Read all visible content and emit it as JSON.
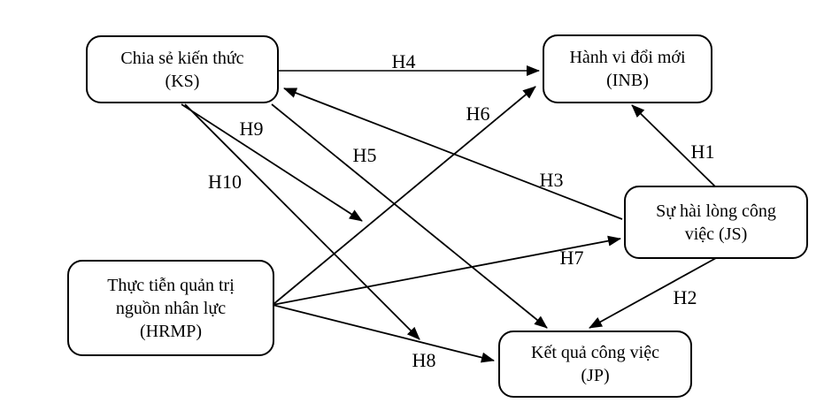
{
  "figure": {
    "boxes": {
      "ks": {
        "lines": [
          "Chia sẻ kiến thức",
          "(KS)"
        ]
      },
      "inb": {
        "lines": [
          "Hành vi đổi mới",
          "(INB)"
        ]
      },
      "js": {
        "lines": [
          "Sự hài lòng công",
          "việc (JS)"
        ]
      },
      "hrmp": {
        "lines": [
          "Thực tiễn quản trị",
          "nguồn nhân lực",
          "(HRMP)"
        ]
      },
      "jp": {
        "lines": [
          "Kết quả công việc",
          "(JP)"
        ]
      }
    },
    "edges": [
      {
        "id": "h1",
        "label": "H1",
        "from": "JS",
        "to": "INB"
      },
      {
        "id": "h2",
        "label": "H2",
        "from": "JS",
        "to": "JP"
      },
      {
        "id": "h3",
        "label": "H3",
        "from": "JS",
        "to": "KS"
      },
      {
        "id": "h4",
        "label": "H4",
        "from": "KS",
        "to": "INB"
      },
      {
        "id": "h5",
        "label": "H5",
        "from": "KS",
        "to": "JP"
      },
      {
        "id": "h6",
        "label": "H6",
        "from": "HRMP",
        "to": "INB"
      },
      {
        "id": "h7",
        "label": "H7",
        "from": "HRMP",
        "to": "JS"
      },
      {
        "id": "h8",
        "label": "H8",
        "from": "HRMP",
        "to": "JP"
      },
      {
        "id": "h9",
        "label": "H9",
        "from": "KS",
        "to": "path-H6 (HRMP→INB)"
      },
      {
        "id": "h10",
        "label": "H10",
        "from": "KS",
        "to": "path-H8 (HRMP→JP)"
      }
    ],
    "colors": {
      "ink": "#000000",
      "background": "#ffffff"
    }
  }
}
